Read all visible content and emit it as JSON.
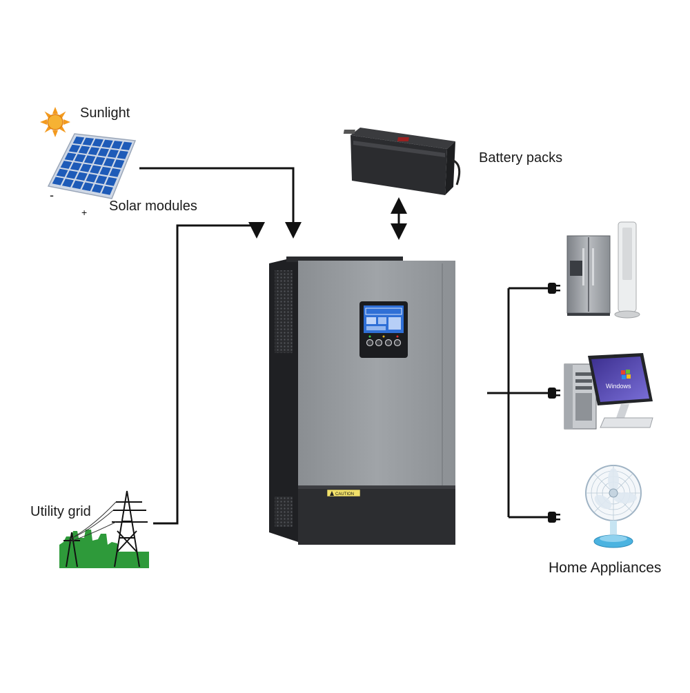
{
  "labels": {
    "sunlight": "Sunlight",
    "solar_modules": "Solar modules",
    "battery_packs": "Battery packs",
    "utility_grid": "Utility grid",
    "home_appliances": "Home Appliances"
  },
  "panel_signs": {
    "minus": "-",
    "plus": "+"
  },
  "inverter": {
    "caution_label": "CAUTION"
  },
  "monitor": {
    "os_label": "Windows"
  },
  "colors": {
    "line": "#111111",
    "inverter_body": "#8f9397",
    "inverter_dark": "#2c2d30",
    "lcd_screen": "#2f6fd6",
    "solar_cell": "#1e5bb8",
    "sun": "#f39a1e",
    "grid_green": "#2e9a3a"
  }
}
